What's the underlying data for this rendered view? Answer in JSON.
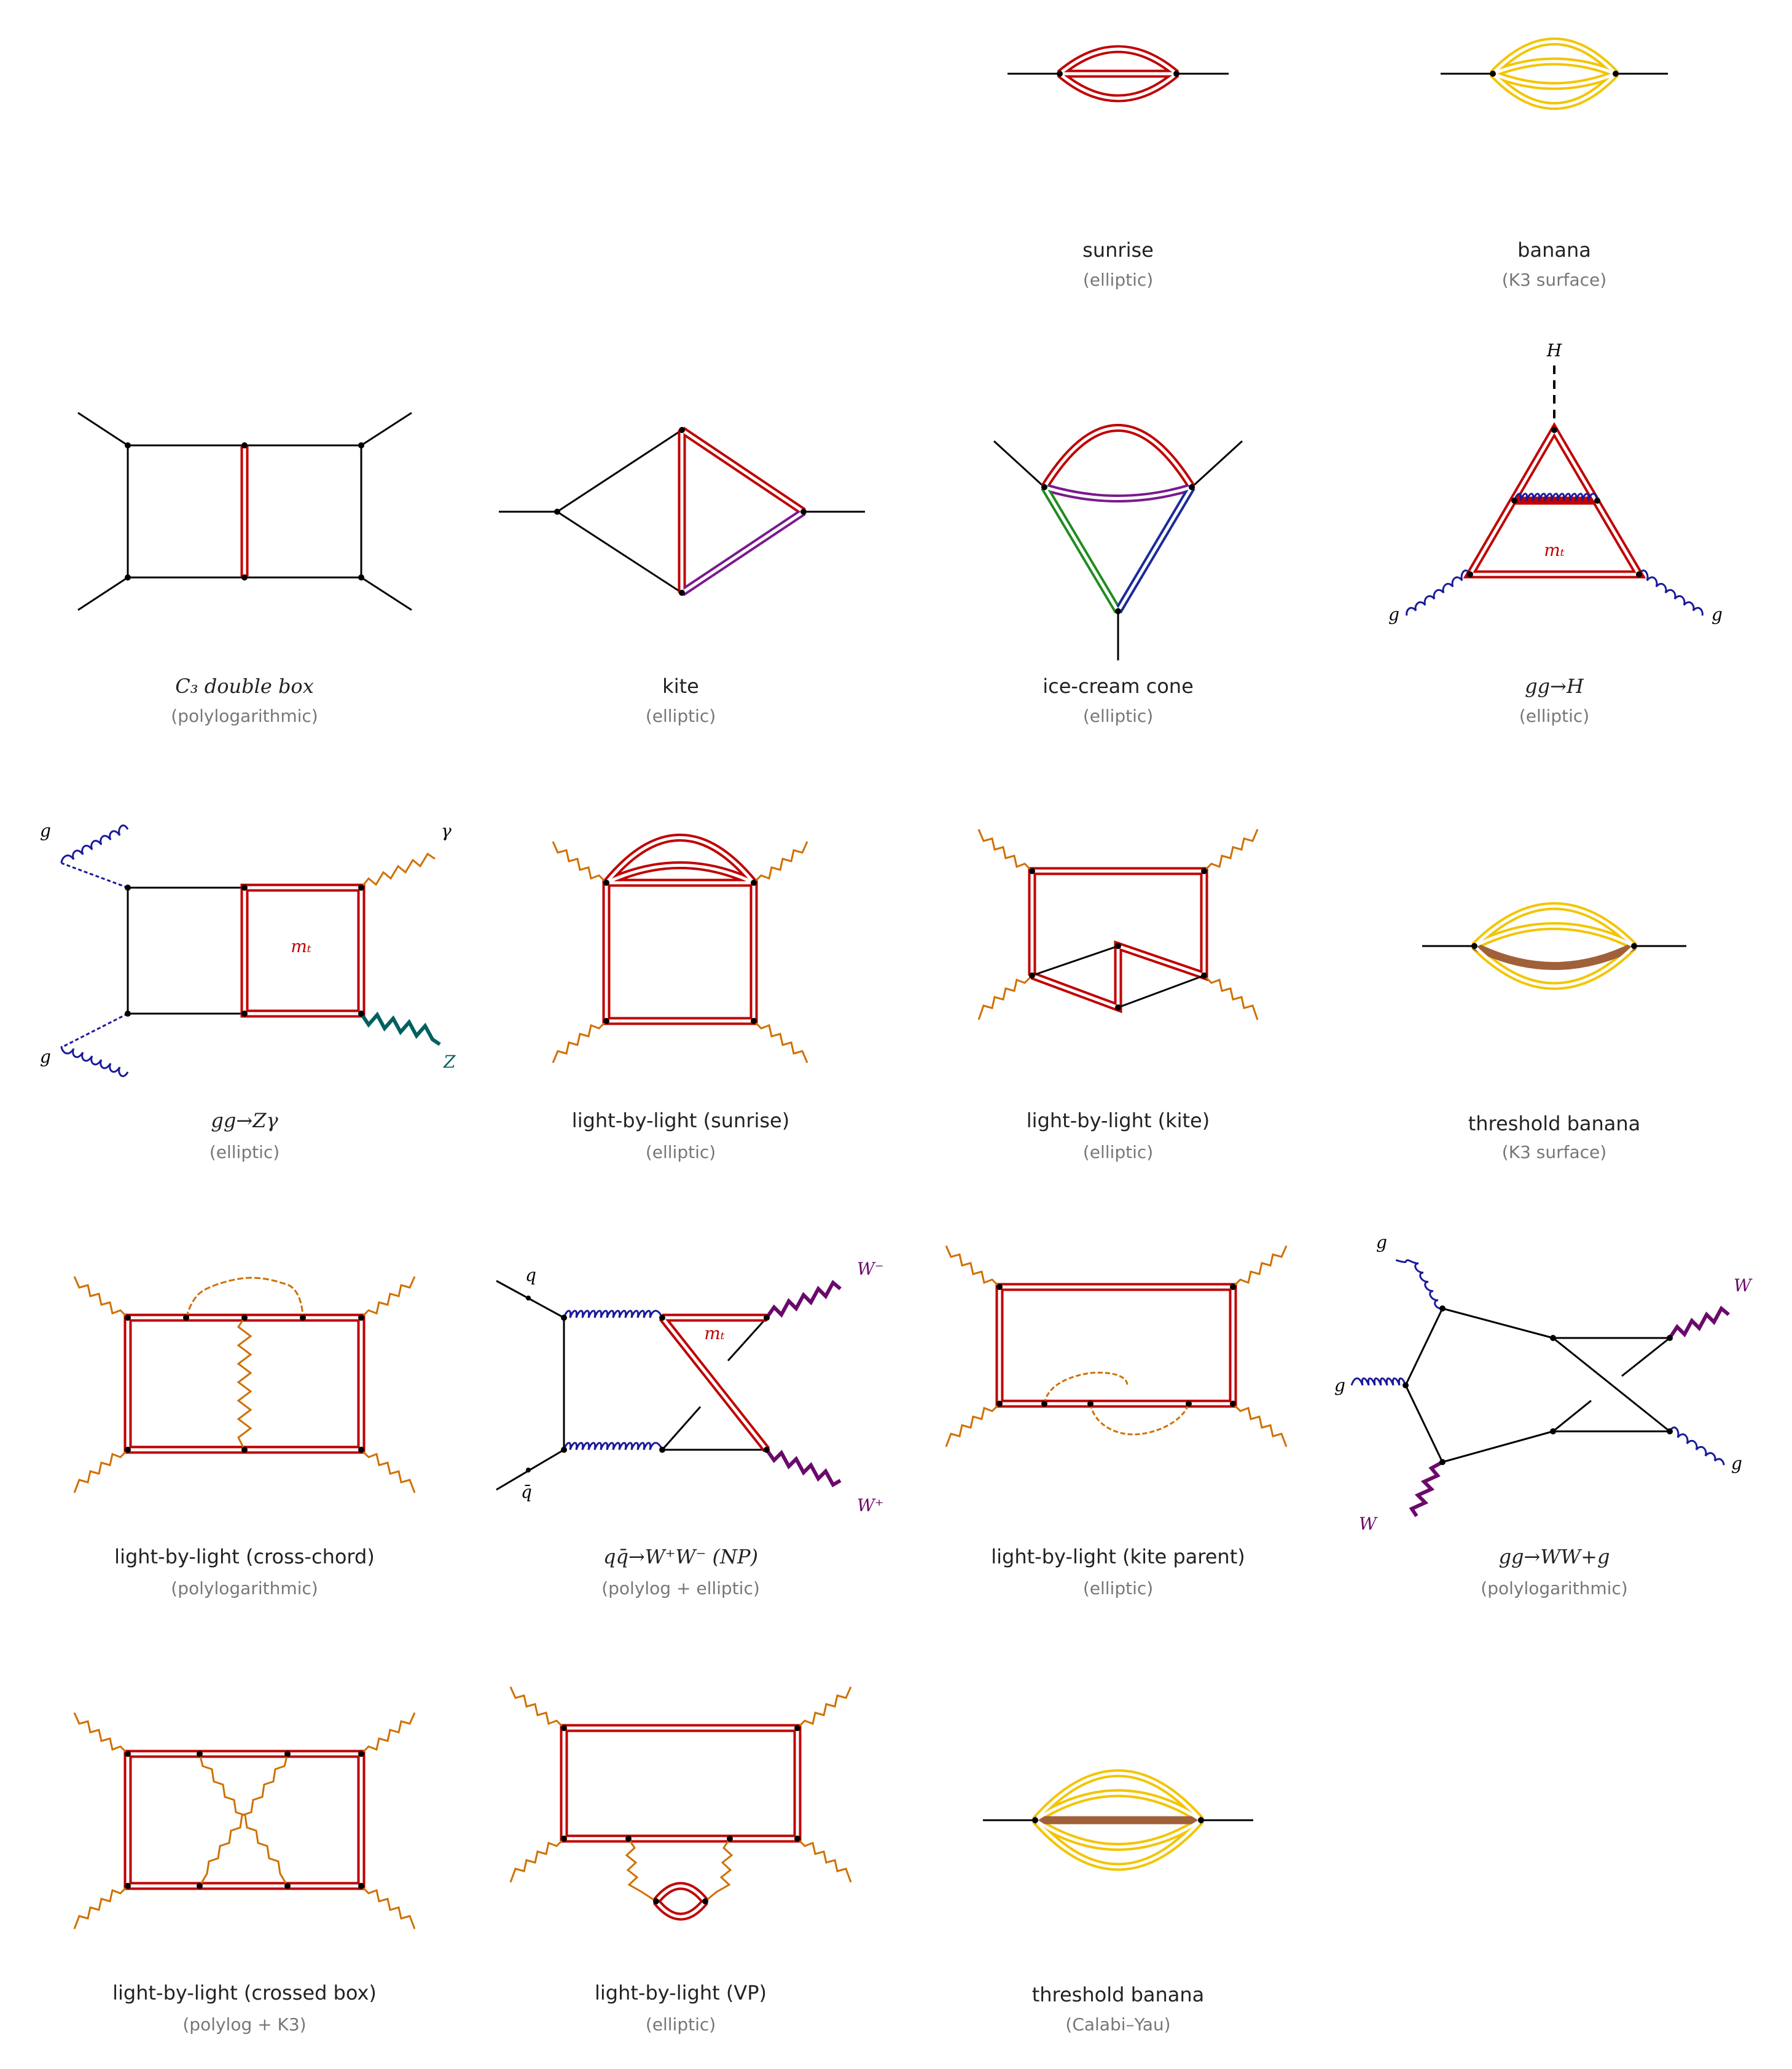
{
  "captions": [
    {
      "title": "sunrise",
      "subtitle": "(elliptic)"
    },
    {
      "title": "banana",
      "subtitle": "(K3 surface)"
    },
    {
      "title": "C₃ double box",
      "subtitle": "(polylogarithmic)"
    },
    {
      "title": "kite",
      "subtitle": "(elliptic)"
    },
    {
      "title": "ice-cream cone",
      "subtitle": "(elliptic)"
    },
    {
      "title": "gg→H",
      "subtitle": "(elliptic)"
    },
    {
      "title": "gg→Zγ",
      "subtitle": "(elliptic)"
    },
    {
      "title": "light-by-light (sunrise)",
      "subtitle": "(elliptic)"
    },
    {
      "title": "light-by-light (kite)",
      "subtitle": "(elliptic)"
    },
    {
      "title": "threshold banana",
      "subtitle": "(K3 surface)"
    },
    {
      "title": "light-by-light (cross-chord)",
      "subtitle": "(polylogarithmic)"
    },
    {
      "title": "qq̄→W⁺W⁻ (NP)",
      "subtitle": "(polylog + elliptic)"
    },
    {
      "title": "light-by-light (kite parent)",
      "subtitle": "(elliptic)"
    },
    {
      "title": "gg→WW+g",
      "subtitle": "(polylogarithmic)"
    },
    {
      "title": "light-by-light (crossed box)",
      "subtitle": "(polylog + K3)"
    },
    {
      "title": "light-by-light (VP)",
      "subtitle": "(elliptic)"
    },
    {
      "title": "threshold banana",
      "subtitle": "(Calabi–Yau)"
    }
  ],
  "labels": {
    "H": "H",
    "g": "g",
    "gamma": "γ",
    "Z": "Z",
    "mt": "mₜ",
    "q": "q",
    "qbar": "q̄",
    "Wminus": "W⁻",
    "Wplus": "W⁺",
    "W": "W"
  },
  "colors": {
    "massive": "#c00000",
    "yellow": "#f2c500",
    "brown": "#a0603a",
    "purple": "#7a1a8c",
    "green": "#1f8c1f",
    "blue": "#1a2a9c",
    "gluon": "#1a1a9c",
    "photon": "#d07000",
    "zboson": "#006060",
    "wboson": "#6a0a6a",
    "line": "#000000"
  }
}
